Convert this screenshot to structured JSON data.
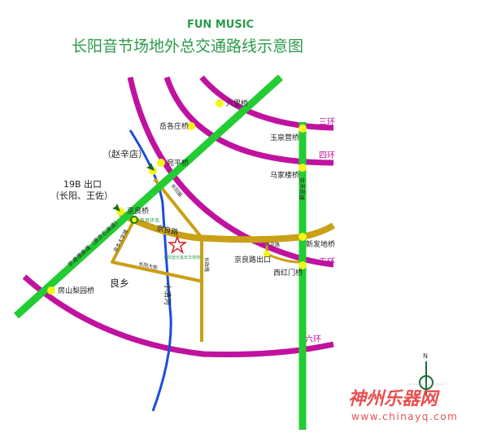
{
  "header": {
    "brand": "FUN   MUSIC",
    "title": "长阳音节场地外总交通路线示意图"
  },
  "rings": {
    "r3": "三环",
    "r4": "四环",
    "r5": "五环",
    "r6": "六环"
  },
  "highways": {
    "left": "京港澳高速（原京石高速）",
    "right": "京开高速"
  },
  "roads": {
    "jingliang": "京良路",
    "changyang_st": "长阳大街",
    "left_road": "良乡大学城",
    "diag_road": "长阳路",
    "vert_road": "长政路",
    "luhua": "芦花路"
  },
  "river": "小清河",
  "town": "良乡",
  "venue": "长阳音乐嘉年华场地",
  "callouts": {
    "zhaoxindian": "（赵辛店）",
    "exit_line1": "19B 出口",
    "exit_line2": "（长阳、王佐）"
  },
  "bridges": {
    "liuli": "六里桥",
    "yuegezhuang": "岳各庄桥",
    "wanping": "宛平桥",
    "jingliang": "京良桥",
    "roundabout": "京良环岛",
    "fangshan": "房山梨园桥",
    "yuquanying": "玉泉营桥",
    "majialou": "马家楼桥",
    "xinfadi": "新发地桥",
    "jingliang_exit": "京良路出口",
    "xihongmen": "西红门桥"
  },
  "compass": "N",
  "watermark": {
    "name": "神州乐器网",
    "url": "www.chinayq.com"
  },
  "colors": {
    "ring": "#c0129f",
    "highway": "#22cc33",
    "road": "#c9a016",
    "river": "#1a4fd6",
    "node": "#f4f41a",
    "title": "#2a9a4a",
    "watermark": "#e85050"
  }
}
